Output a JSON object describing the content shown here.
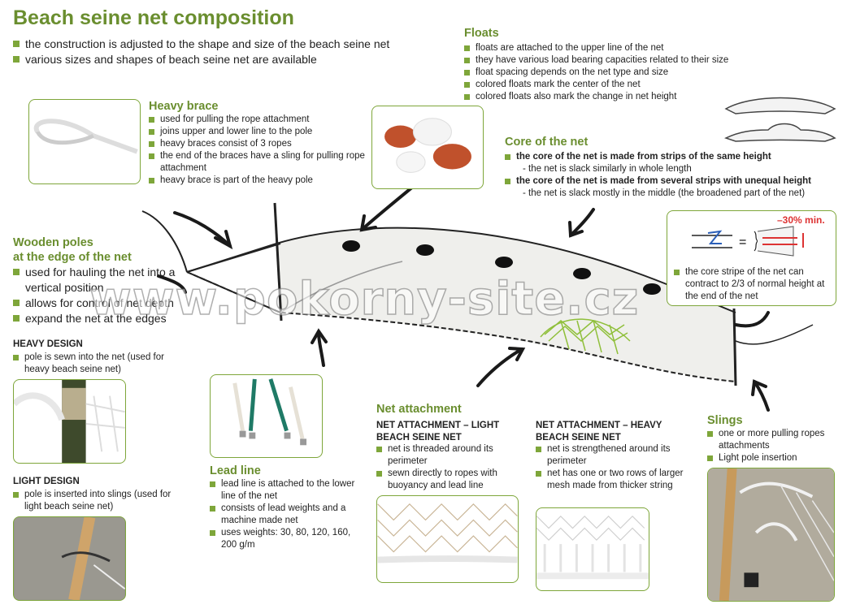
{
  "title": "Beach seine net composition",
  "intro": [
    "the construction is adjusted to the shape and size of the beach seine net",
    "various sizes and shapes of beach seine net are available"
  ],
  "floats": {
    "heading": "Floats",
    "items": [
      "floats are attached to the upper line of the net",
      "they have various load bearing capacities related to their size",
      "float spacing depends on the net type and size",
      "colored floats mark the center of the net",
      "colored floats also mark the change in net height"
    ]
  },
  "heavy_brace": {
    "heading": "Heavy brace",
    "items": [
      "used for pulling the rope attachment",
      "joins upper and lower line to the pole",
      "heavy braces consist of 3 ropes",
      "the end of the braces have a sling for pulling rope attachment",
      "heavy brace is part of the heavy pole"
    ]
  },
  "core": {
    "heading": "Core of the net",
    "item1": "the core of the net is made from strips of the same height",
    "sub1": "- the net is slack similarly in whole length",
    "item2": "the core of the net is made from several strips with unequal height",
    "sub2": "- the net is slack mostly in the middle (the broadened part of the net)"
  },
  "core_stripe": {
    "text": "the core stripe of the net can contract to 2/3 of normal height at the end of the net",
    "ratio_label": "–30% min."
  },
  "wooden_poles": {
    "heading_line1": "Wooden poles",
    "heading_line2": "at the edge of the net",
    "items": [
      "used for hauling the net into a vertical position",
      "allows for control of net depth",
      "expand the net at the edges"
    ]
  },
  "heavy_design": {
    "heading": "HEAVY DESIGN",
    "item": "pole is sewn into the net (used for heavy beach seine net)"
  },
  "light_design": {
    "heading": "LIGHT DESIGN",
    "item": "pole is inserted into slings (used for light beach seine net)"
  },
  "lead_line": {
    "heading": "Lead line",
    "items": [
      "lead line is attached to the lower line of the net",
      "consists of lead weights and a machine made net",
      "uses weights: 30, 80, 120, 160, 200 g/m"
    ]
  },
  "net_attachment": {
    "heading": "Net attachment",
    "light_heading": "NET ATTACHMENT – LIGHT BEACH SEINE NET",
    "light_items": [
      "net is threaded around its perimeter",
      "sewn directly to ropes with buoyancy and lead line"
    ],
    "heavy_heading": "NET ATTACHMENT – HEAVY BEACH SEINE NET",
    "heavy_items": [
      "net is strengthened around its perimeter",
      "net has one or two rows of larger mesh made from thicker string"
    ]
  },
  "slings": {
    "heading": "Slings",
    "items": [
      "one or more pulling ropes attachments",
      "Light pole insertion"
    ]
  },
  "watermark": "www.pokorny-site.cz",
  "colors": {
    "accent": "#6a8e2f",
    "bullet": "#7ea63a",
    "float_red": "#c0512c",
    "lead_green": "#1f7a66"
  }
}
